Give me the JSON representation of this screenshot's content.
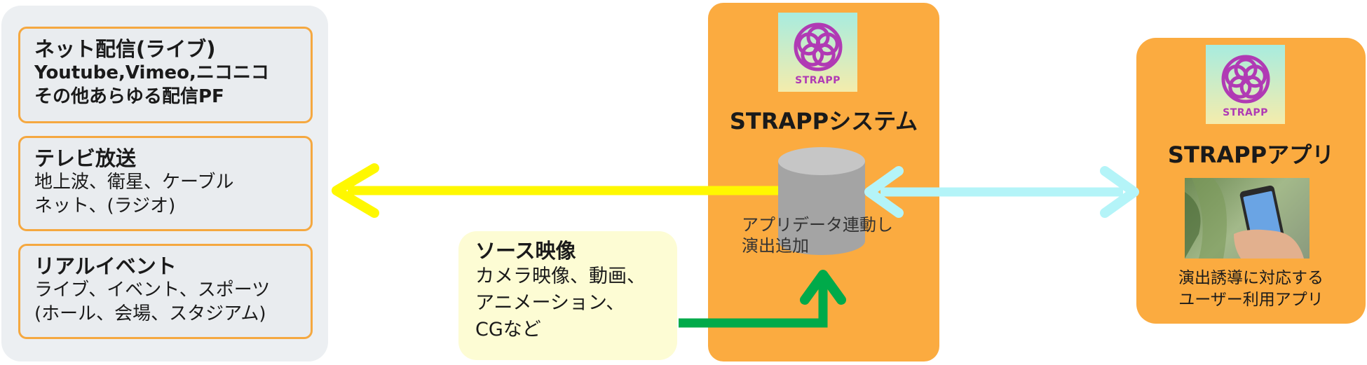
{
  "left_group": {
    "cards": [
      {
        "title": "ネット配信(ライブ)",
        "bold_lines": [
          "Youtube,Vimeo,ニコニコ",
          "その他あらゆる配信PF"
        ],
        "lines": []
      },
      {
        "title": "テレビ放送",
        "bold_lines": [],
        "lines": [
          "地上波、衛星、ケーブル",
          "ネット、(ラジオ)"
        ]
      },
      {
        "title": "リアルイベント",
        "bold_lines": [],
        "lines": [
          "ライブ、イベント、スポーツ",
          "(ホール、会場、スタジアム)"
        ]
      }
    ]
  },
  "source": {
    "title": "ソース映像",
    "lines": [
      "カメラ映像、動画、",
      "アニメーション、",
      "CGなど"
    ]
  },
  "system": {
    "logo_text": "STRAPP",
    "title": "STRAPPシステム",
    "caption_lines": [
      "アプリデータ連動し",
      "演出追加"
    ]
  },
  "app": {
    "logo_text": "STRAPP",
    "title": "STRAPPアプリ",
    "caption_lines": [
      "演出誘導に対応する",
      "ユーザー利用アプリ"
    ]
  },
  "colors": {
    "orange": "#fbab40",
    "card_border": "#f5a840",
    "yellow_arrow": "#fff800",
    "cyan_arrow": "#b4f4f8",
    "green_arrow": "#00aa4a",
    "logo_purple": "#b03ab4"
  }
}
